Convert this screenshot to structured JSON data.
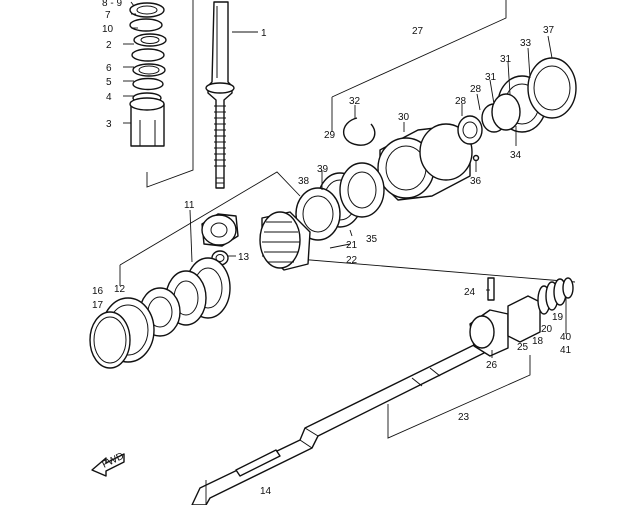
{
  "diagram": {
    "callouts": {
      "c1": "1",
      "c2": "2",
      "c3": "3",
      "c4": "4",
      "c5": "5",
      "c6": "6",
      "c7": "7",
      "c89": "8 - 9",
      "c10": "10",
      "c11": "11",
      "c12": "12",
      "c13": "13",
      "c14": "14",
      "c16": "16",
      "c17": "17",
      "c18": "18",
      "c19": "19",
      "c20": "20",
      "c21": "21",
      "c22": "22",
      "c23": "23",
      "c24": "24",
      "c25": "25",
      "c26": "26",
      "c27": "27",
      "c28a": "28",
      "c28b": "28",
      "c29": "29",
      "c30": "30",
      "c31a": "31",
      "c31b": "31",
      "c32": "32",
      "c33": "33",
      "c34": "34",
      "c35": "35",
      "c36": "36",
      "c37": "37",
      "c38": "38",
      "c39": "39",
      "c40": "40",
      "c41": "41"
    },
    "fwd_label": "FWD"
  }
}
